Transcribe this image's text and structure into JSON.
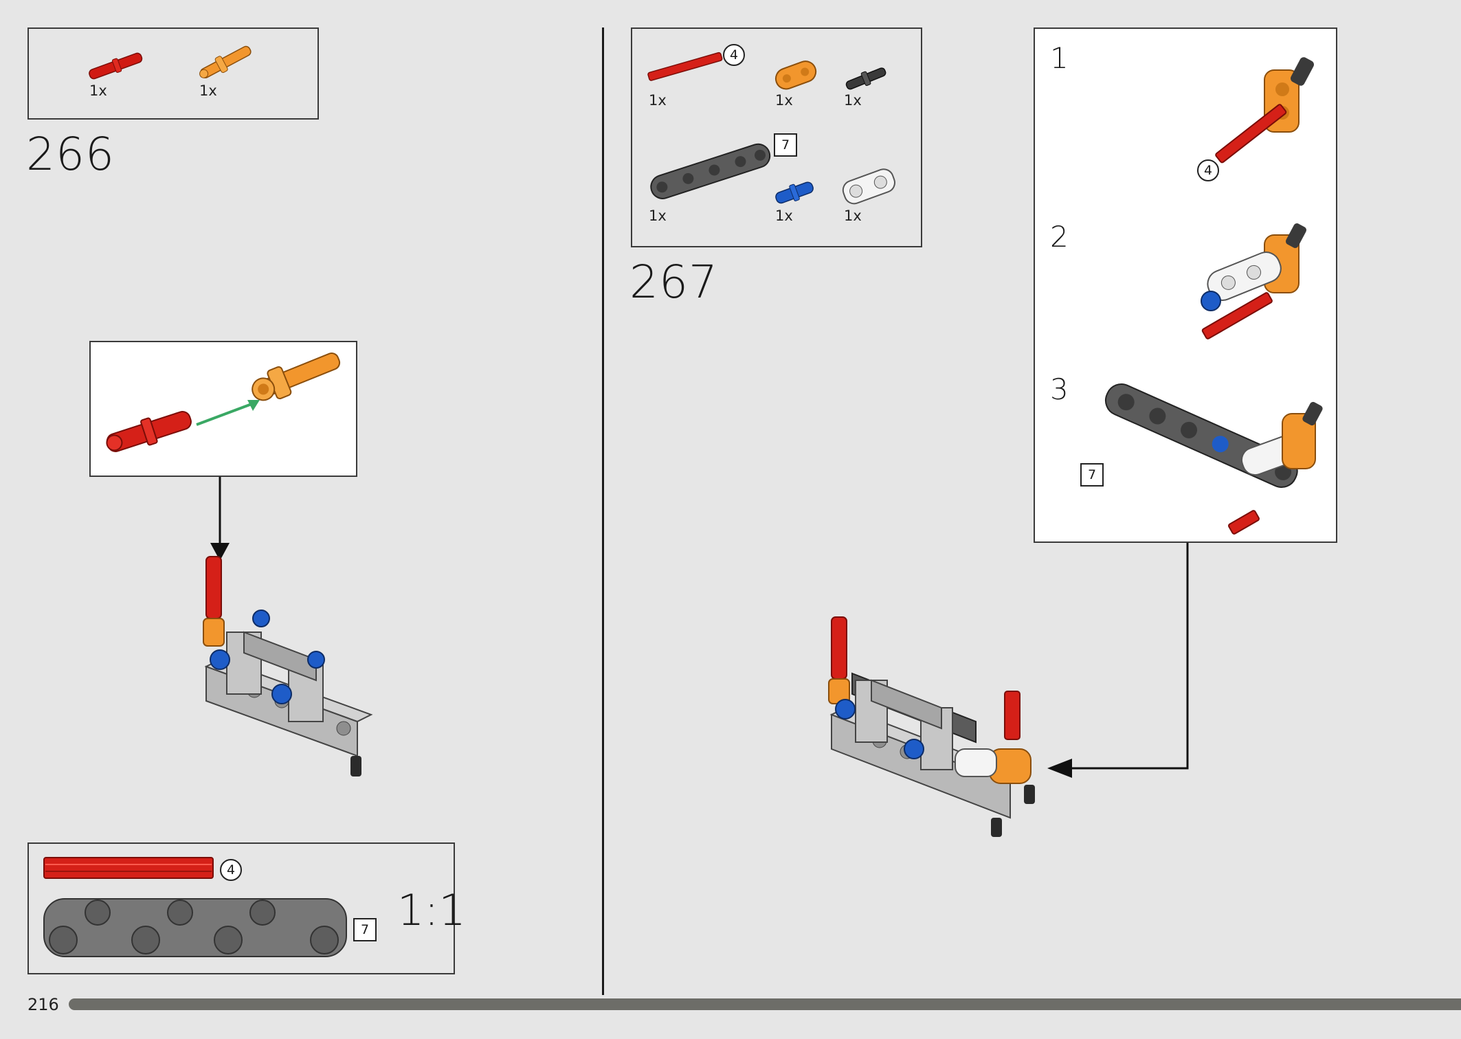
{
  "step266": {
    "number": "266",
    "parts": [
      {
        "name": "red-axle-pin",
        "qty": "1x"
      },
      {
        "name": "orange-pin-with-bush",
        "qty": "1x"
      }
    ]
  },
  "step267": {
    "number": "267",
    "parts": [
      {
        "name": "red-axle-4",
        "qty": "1x",
        "length": "4"
      },
      {
        "name": "orange-connector",
        "qty": "1x"
      },
      {
        "name": "black-axle-pin",
        "qty": "1x"
      },
      {
        "name": "dark-gray-beam-7",
        "qty": "1x",
        "length": "7"
      },
      {
        "name": "blue-pin",
        "qty": "1x"
      },
      {
        "name": "white-connector",
        "qty": "1x"
      }
    ],
    "substeps": [
      {
        "label": "1",
        "callout": "4"
      },
      {
        "label": "2"
      },
      {
        "label": "3",
        "callout": "7"
      }
    ]
  },
  "scale_box": {
    "axle_length": "4",
    "beam_length": "7",
    "ratio": "1:1"
  },
  "page_number": "216",
  "colors": {
    "background": "#e6e6e6",
    "red": "#d01a12",
    "orange": "#f2962d",
    "blue": "#1e5cc8",
    "dark_gray": "#5b5b5b",
    "light_gray": "#b8b8b8",
    "arrow_green": "#3aa864"
  }
}
